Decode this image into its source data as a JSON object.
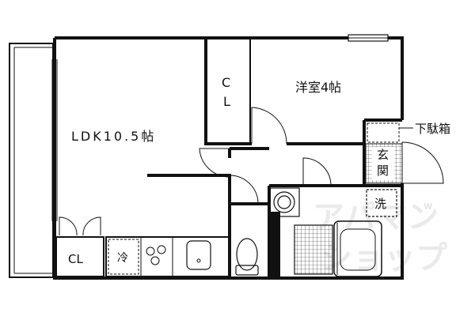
{
  "rooms": {
    "ldk": "LDK10.5帖",
    "western": "洋室4帖",
    "closet_top_a": "C",
    "closet_top_b": "L",
    "closet_bottom": "CL"
  },
  "fixtures": {
    "shoe_box": "下駄箱",
    "entrance_a": "玄",
    "entrance_b": "関",
    "washer": "洗",
    "fridge": "冷"
  },
  "watermark": {
    "line1": "アパマン",
    "line2": "ショップ",
    "badge": "w"
  },
  "colors": {
    "wall": "#111111",
    "hatch": "#cfcfcf",
    "watermark": "#e6e6e6"
  }
}
